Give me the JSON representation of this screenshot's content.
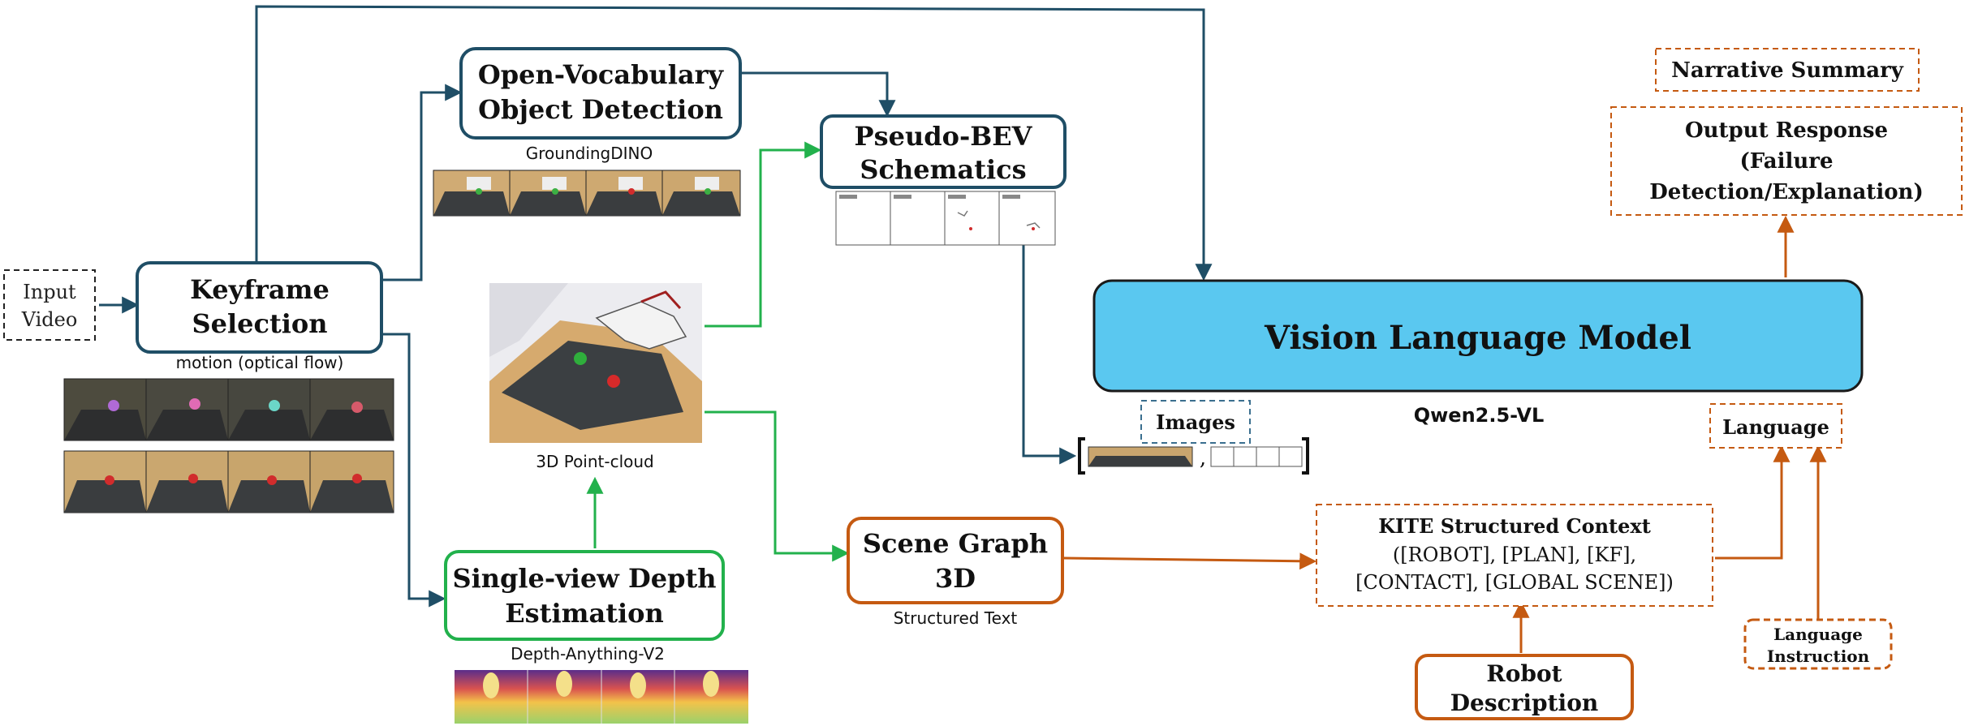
{
  "nodes": {
    "input_video": [
      "Input",
      "Video"
    ],
    "keyframe": [
      "Keyframe",
      "Selection"
    ],
    "keyframe_caption": "motion (optical flow)",
    "ovod": [
      "Open-Vocabulary",
      "Object Detection"
    ],
    "ovod_caption": "GroundingDINO",
    "bev": [
      "Pseudo-BEV",
      "Schematics"
    ],
    "pointcloud_caption": "3D Point-cloud",
    "depth": [
      "Single-view Depth",
      "Estimation"
    ],
    "depth_caption": "Depth-Anything-V2",
    "scene_graph": [
      "Scene Graph",
      "3D"
    ],
    "scene_graph_caption": "Structured Text",
    "vlm": "Vision Language Model",
    "vlm_caption": "Qwen2.5-VL",
    "images_label": "Images",
    "language_label": "Language",
    "kite": [
      "KITE Structured Context",
      "([ROBOT], [PLAN], [KF],",
      "[CONTACT], [GLOBAL SCENE])"
    ],
    "robot_desc": [
      "Robot",
      "Description"
    ],
    "lang_instruction": [
      "Language",
      "Instruction"
    ],
    "output": [
      "Output Response",
      "(Failure",
      "Detection/Explanation)"
    ],
    "narrative": "Narrative Summary",
    "bracket_comma": ","
  },
  "colors": {
    "navy": "#1f4e66",
    "green": "#22b14c",
    "orange": "#c55a11",
    "vlm_fill": "#5ac8f0",
    "dashed_blue": "#3a6f8f"
  }
}
